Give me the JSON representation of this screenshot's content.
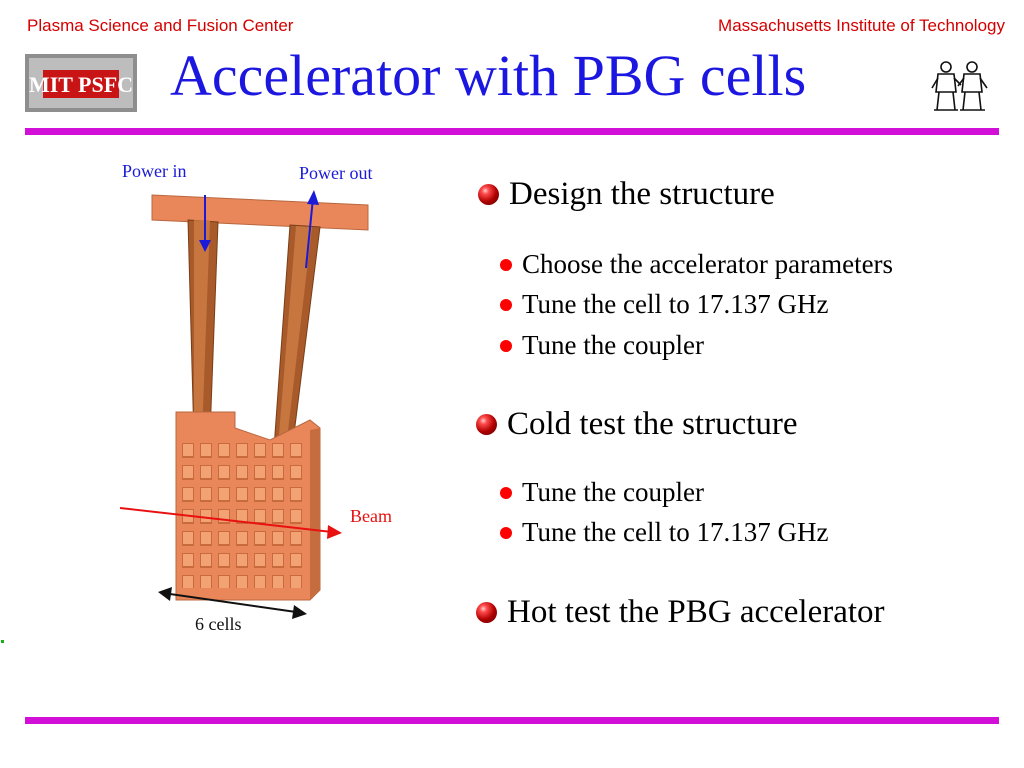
{
  "header": {
    "left": "Plasma Science and Fusion Center",
    "right": "Massachusetts Institute of Technology"
  },
  "title": "Accelerator with PBG cells",
  "logos": {
    "left": "MIT PSFC",
    "left_icon": "mit-psfc-logo",
    "right_icon": "sculpture-logo"
  },
  "figure": {
    "power_in": "Power in",
    "power_out": "Power out",
    "beam": "Beam",
    "cells": "6 cells",
    "colors": {
      "copper": "#e9875a",
      "arrow_blue": "#1a1ad8",
      "beam_red": "#e81010"
    }
  },
  "bullets": [
    {
      "text": "Design the structure",
      "sub": [
        "Choose the accelerator parameters",
        "Tune the cell to 17.137 GHz",
        "Tune the coupler"
      ]
    },
    {
      "text": "Cold test the structure",
      "sub": [
        "Tune the coupler",
        "Tune the cell to 17.137 GHz"
      ]
    },
    {
      "text": "Hot test the PBG accelerator",
      "sub": []
    }
  ],
  "colors": {
    "title": "#1c17e0",
    "header": "#d40000",
    "rule": "#d20fd6",
    "sub_bullet": "#ff0000"
  }
}
